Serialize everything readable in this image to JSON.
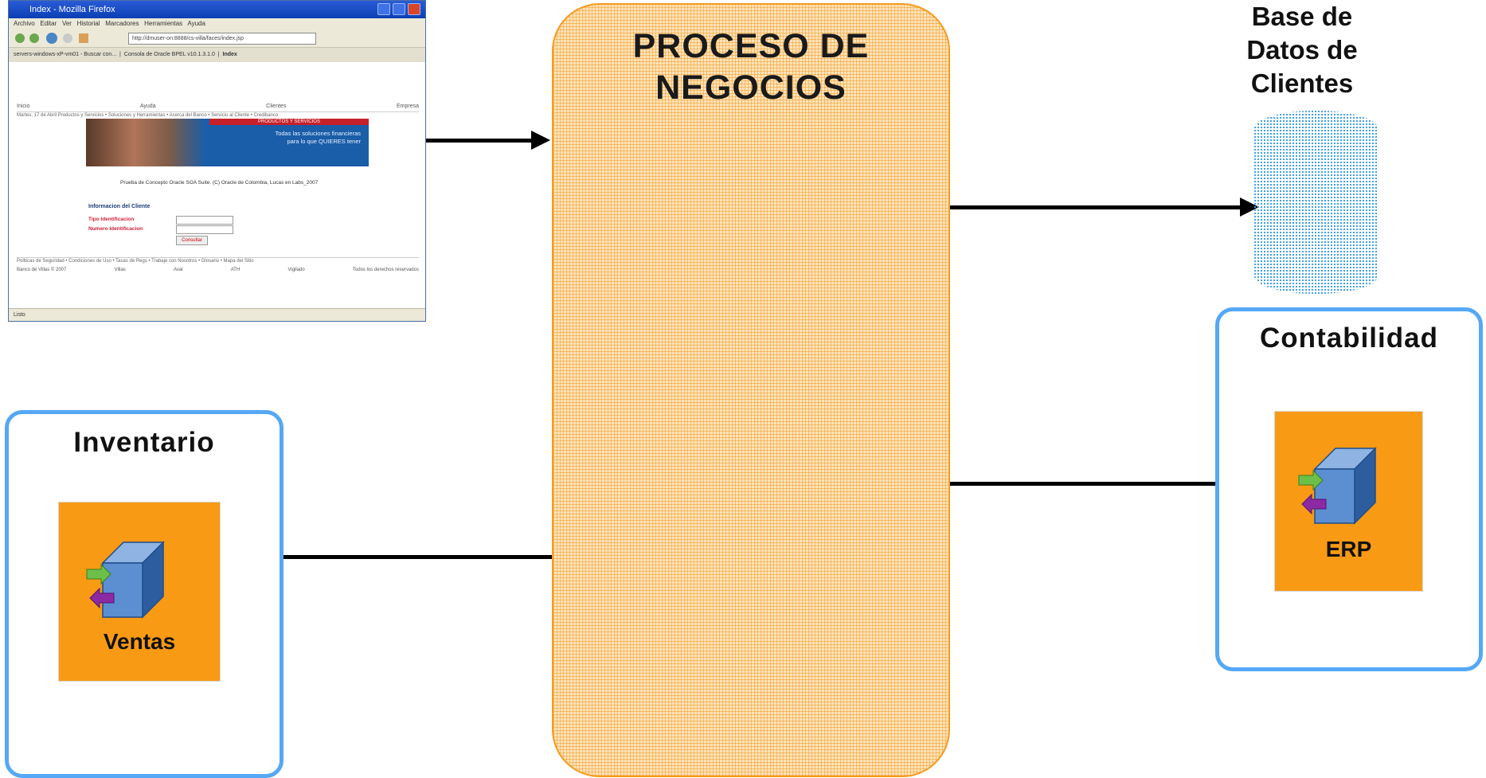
{
  "process": {
    "title": "PROCESO DE NEGOCIOS"
  },
  "database": {
    "title": "Base de Datos de Clientes"
  },
  "contabilidad": {
    "title": "Contabilidad",
    "component": "ERP"
  },
  "inventario": {
    "title": "Inventario",
    "component": "Ventas"
  },
  "browser": {
    "window_title": "Index - Mozilla Firefox",
    "menu": [
      "Archivo",
      "Editar",
      "Ver",
      "Historial",
      "Marcadores",
      "Herramientas",
      "Ayuda"
    ],
    "url": "http://dmuser-on:8888/cs-villa/faces/index.jsp",
    "tabs": [
      "servers-windows-xP-vm01 - Buscar con...",
      "Consola de Oracle BPEL v10.1.3.1.0",
      "Index"
    ],
    "site_nav": [
      "Inicio",
      "Ayuda",
      "Clientes",
      "Empresa"
    ],
    "site_subnav": "Martes, 17 de Abril    Productos y Servicios  •  Soluciones y Herramientas  •  Acerca del Banco  •  Servicio al Cliente  •  Credibanco",
    "banner_header": "PRODUCTOS Y SERVICIOS",
    "banner_text": "Todas las soluciones financieras para lo que QUIERES tener",
    "caption": "Prueba de Concepto Oracle SOA Suite. (C) Oracle de Colombia, Lucas en Labs_2007",
    "form_title": "Informacion del Cliente",
    "field1": "Tipo Identificacion",
    "field2": "Numero Identificacion",
    "button": "Consultar",
    "footer": "Politicas de Seguridad  •  Condiciones de Uso  •  Tasas de Regs  •  Trabaje con Nosotros  •  Glosario  •  Mapa del Sitio",
    "footer_copy": "Banco de Villas  © 2007",
    "footer_logos": [
      "Villas",
      "Aval",
      "ATH",
      "Vigilado",
      "Todos los derechos reservados"
    ],
    "status": "Listo"
  },
  "colors": {
    "process_fill": "#fde4bd",
    "process_border": "#f79a1e",
    "group_border": "#55a8f5",
    "component_fill": "#f89a14",
    "database_dots": "#3fa0e8"
  }
}
